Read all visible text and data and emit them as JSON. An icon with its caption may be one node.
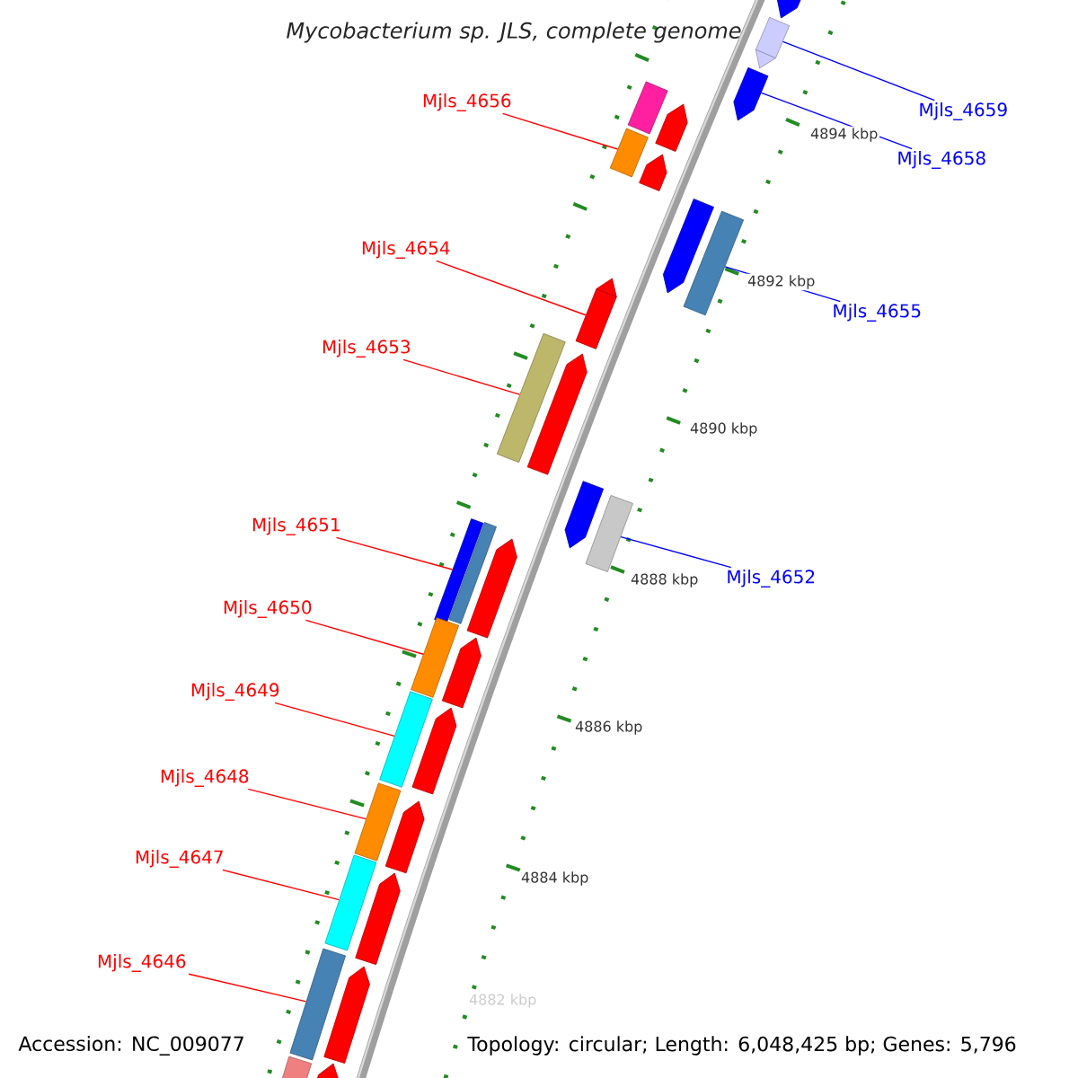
{
  "diagram": {
    "title": "Mycobacterium sp. JLS, complete genome",
    "nodes": [
      {
        "text": [
          "Mjls_4656"
        ]
      },
      {
        "text": [
          "Mjls_4659"
        ]
      },
      {
        "text": [
          "Mjls_4658"
        ]
      },
      {
        "text": [
          "Mjls_4654"
        ]
      },
      {
        "text": [
          "Mjls_4655"
        ]
      },
      {
        "text": [
          "Mjls_4653"
        ]
      },
      {
        "text": [
          "Mjls_4651"
        ]
      },
      {
        "text": [
          "Mjls_4652"
        ]
      },
      {
        "text": [
          "Mjls_4650"
        ]
      },
      {
        "text": [
          "Mjls_4649"
        ]
      },
      {
        "text": [
          "Mjls_4648"
        ]
      },
      {
        "text": [
          "Mjls_4647"
        ]
      },
      {
        "text": [
          "Mjls_4646"
        ]
      },
      {
        "text": [],
        "shape": "box"
      },
      {
        "text": [],
        "shape": "arrow"
      },
      {
        "text": [],
        "shape": "arrow"
      },
      {
        "text": [],
        "shape": "arrow"
      },
      {
        "text": [],
        "shape": "box"
      },
      {
        "text": [],
        "shape": "box"
      },
      {
        "text": [],
        "shape": "box"
      },
      {
        "text": [],
        "shape": "box"
      },
      {
        "text": [],
        "shape": "box"
      },
      {
        "text": [],
        "shape": "box"
      },
      {
        "text": [],
        "shape": "box"
      },
      {
        "text": [],
        "shape": "box"
      },
      {
        "text": [],
        "shape": "box"
      }
    ],
    "edges": [
      {
        "from": 0,
        "to": 13,
        "arrow": "none"
      },
      {
        "from": 1,
        "to": 14,
        "arrow": "none",
        "color": "#0000ff"
      },
      {
        "from": 2,
        "to": 15,
        "arrow": "none",
        "color": "#0000ff"
      },
      {
        "from": 3,
        "to": 16,
        "arrow": "none"
      },
      {
        "from": 4,
        "to": 17,
        "arrow": "none",
        "color": "#0000ff"
      },
      {
        "from": 5,
        "to": 18,
        "arrow": "none"
      },
      {
        "from": 6,
        "to": 19,
        "arrow": "none"
      },
      {
        "from": 7,
        "to": 20,
        "arrow": "none",
        "color": "#0000ff"
      },
      {
        "from": 8,
        "to": 21,
        "arrow": "none"
      },
      {
        "from": 9,
        "to": 22,
        "arrow": "none"
      },
      {
        "from": 10,
        "to": 23,
        "arrow": "none"
      },
      {
        "from": 11,
        "to": 24,
        "arrow": "none"
      },
      {
        "from": 12,
        "to": 25,
        "arrow": "none"
      }
    ],
    "labels": [
      "4894 kbp",
      "4892 kbp",
      "4890 kbp",
      "4888 kbp",
      "4886 kbp",
      "4884 kbp",
      "4882 kbp",
      "Accession: NC_009077",
      "Topology: circular; Length: 6,048,425 bp; Genes: 5,796"
    ]
  }
}
